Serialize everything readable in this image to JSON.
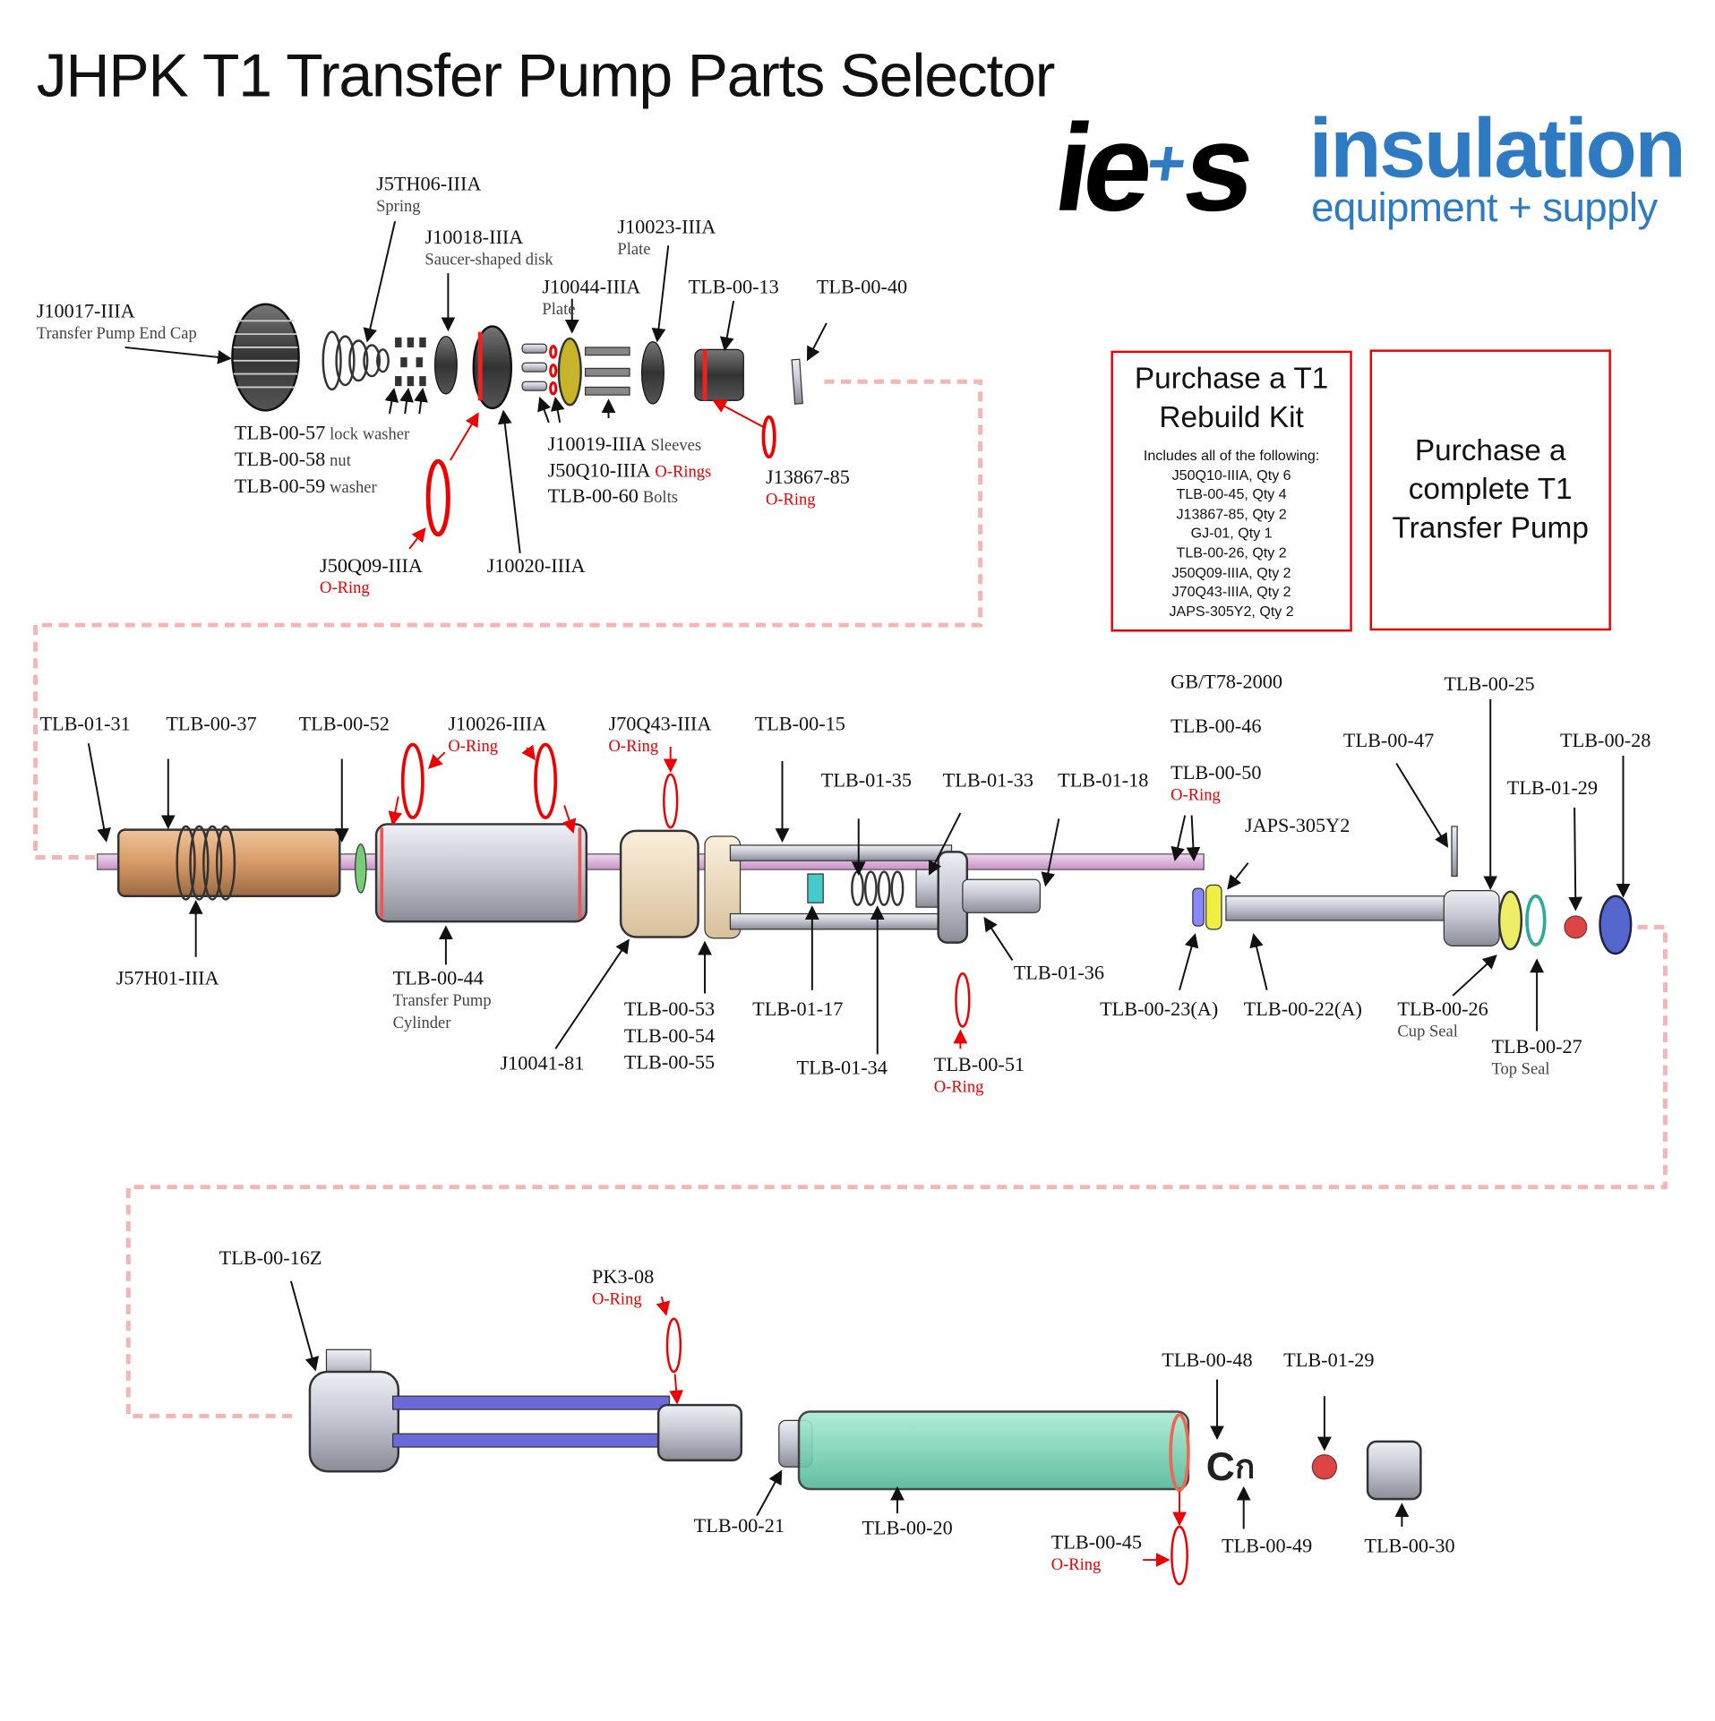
{
  "title": "JHPK T1 Transfer Pump Parts Selector",
  "logo": {
    "mark": "ie+s",
    "name": "insulation",
    "tagline": "equipment + supply",
    "brand_color": "#2e7bc4"
  },
  "rebuild_kit": {
    "heading_line1": "Purchase a T1",
    "heading_line2": "Rebuild Kit",
    "includes_label": "Includes all of the following:",
    "items": [
      "J50Q10-IIIA, Qty 6",
      "TLB-00-45, Qty 4",
      "J13867-85, Qty 2",
      "GJ-01, Qty 1",
      "TLB-00-26, Qty 2",
      "J50Q09-IIIA, Qty 2",
      "J70Q43-IIIA, Qty 2",
      "JAPS-305Y2, Qty 2"
    ]
  },
  "complete_pump": {
    "line1": "Purchase a",
    "line2": "complete T1",
    "line3": "Transfer Pump"
  },
  "colors": {
    "accent_red": "#ee0000",
    "dash_pink": "#f5b5b5"
  },
  "labels": [
    {
      "part": "J5TH06-IIIA",
      "desc": "Spring"
    },
    {
      "part": "J10018-IIIA",
      "desc": "Saucer-shaped disk"
    },
    {
      "part": "J10023-IIIA",
      "desc": "Plate"
    },
    {
      "part": "J10044-IIIA",
      "desc": "Plate"
    },
    {
      "part": "TLB-00-13"
    },
    {
      "part": "TLB-00-40"
    },
    {
      "part": "J10017-IIIA",
      "desc": "Transfer Pump End Cap"
    },
    {
      "part": "TLB-00-57",
      "desc": "lock washer",
      "inline": true
    },
    {
      "part": "TLB-00-58",
      "desc": "nut",
      "inline": true
    },
    {
      "part": "TLB-00-59",
      "desc": "washer",
      "inline": true
    },
    {
      "part": "J10019-IIIA",
      "desc": "Sleeves",
      "inline": true
    },
    {
      "part": "J50Q10-IIIA",
      "desc": "O-Rings",
      "inline": true,
      "red": true
    },
    {
      "part": "TLB-00-60",
      "desc": "Bolts",
      "inline": true
    },
    {
      "part": "J13867-85",
      "desc": "O-Ring",
      "red": true
    },
    {
      "part": "J50Q09-IIIA",
      "desc": "O-Ring",
      "red": true
    },
    {
      "part": "J10020-IIIA"
    },
    {
      "part": "TLB-01-31"
    },
    {
      "part": "TLB-00-37"
    },
    {
      "part": "TLB-00-52"
    },
    {
      "part": "J10026-IIIA",
      "desc": "O-Ring",
      "red": true
    },
    {
      "part": "J70Q43-IIIA",
      "desc": "O-Ring",
      "red": true
    },
    {
      "part": "TLB-00-15"
    },
    {
      "part": "GB/T78-2000"
    },
    {
      "part": "TLB-00-46"
    },
    {
      "part": "TLB-00-50",
      "desc": "O-Ring",
      "red": true
    },
    {
      "part": "JAPS-305Y2"
    },
    {
      "part": "TLB-00-25"
    },
    {
      "part": "TLB-00-47"
    },
    {
      "part": "TLB-00-28"
    },
    {
      "part": "TLB-01-29"
    },
    {
      "part": "TLB-01-35"
    },
    {
      "part": "TLB-01-33"
    },
    {
      "part": "TLB-01-18"
    },
    {
      "part": "J57H01-IIIA"
    },
    {
      "part": "TLB-00-44",
      "desc": "Transfer Pump Cylinder"
    },
    {
      "part": "TLB-01-36"
    },
    {
      "part": "TLB-00-23(A)"
    },
    {
      "part": "TLB-00-22(A)"
    },
    {
      "part": "TLB-00-26",
      "desc": "Cup Seal"
    },
    {
      "part": "TLB-00-27",
      "desc": "Top Seal"
    },
    {
      "part": "TLB-00-53"
    },
    {
      "part": "TLB-00-54"
    },
    {
      "part": "TLB-00-55"
    },
    {
      "part": "TLB-01-17"
    },
    {
      "part": "J10041-81"
    },
    {
      "part": "TLB-01-34"
    },
    {
      "part": "TLB-00-51",
      "desc": "O-Ring",
      "red": true
    },
    {
      "part": "TLB-00-16Z"
    },
    {
      "part": "PK3-08",
      "desc": "O-Ring",
      "red": true
    },
    {
      "part": "TLB-00-48"
    },
    {
      "part": "TLB-01-29"
    },
    {
      "part": "TLB-00-21"
    },
    {
      "part": "TLB-00-20"
    },
    {
      "part": "TLB-00-45",
      "desc": "O-Ring",
      "red": true
    },
    {
      "part": "TLB-00-49"
    },
    {
      "part": "TLB-00-30"
    }
  ]
}
